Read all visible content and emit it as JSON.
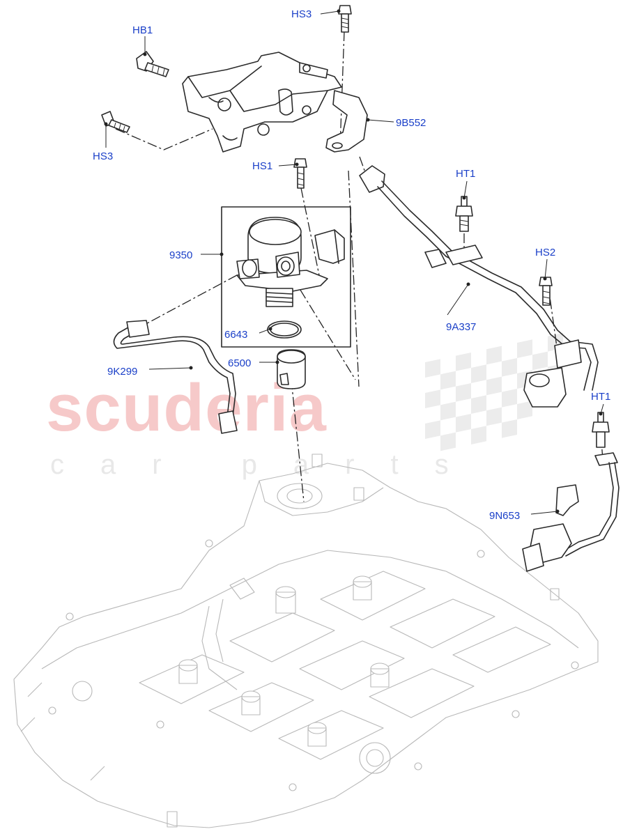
{
  "watermark": {
    "brand": "scuderia",
    "tagline": "car parts"
  },
  "callouts": {
    "hs3_top": "HS3",
    "hb1": "HB1",
    "hs3_left": "HS3",
    "b552": "9B552",
    "hs1": "HS1",
    "ht1_top": "HT1",
    "n9350": "9350",
    "hs2": "HS2",
    "a337": "9A337",
    "n6643": "6643",
    "n6500": "6500",
    "k299": "9K299",
    "ht1_lower": "HT1",
    "n653": "9N653"
  },
  "colors": {
    "label": "#1a3fc8",
    "line": "#2a2a2a",
    "ghost": "#b8b8b8",
    "watermark_red": "#f6c9c9",
    "watermark_grey": "#e8e8e8"
  }
}
